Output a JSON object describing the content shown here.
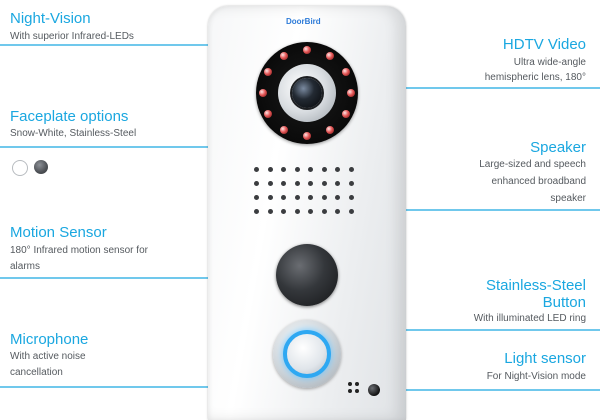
{
  "brand": "DoorBird",
  "callouts": {
    "night_vision": {
      "title": "Night-Vision",
      "desc": "With superior Infrared-LEDs"
    },
    "faceplate": {
      "title": "Faceplate options",
      "desc": "Snow-White, Stainless-Steel"
    },
    "motion_sensor": {
      "title": "Motion Sensor",
      "desc": "180° Infrared motion sensor for alarms"
    },
    "microphone": {
      "title": "Microphone",
      "desc": "With active noise cancellation"
    },
    "hdtv_video": {
      "title": "HDTV Video",
      "desc_line1": "Ultra wide-angle",
      "desc_line2": "hemispheric lens, 180°"
    },
    "speaker": {
      "title": "Speaker",
      "desc_line1": "Large-sized and speech",
      "desc_line2": "enhanced broadband",
      "desc_line3": "speaker"
    },
    "button": {
      "title_line1": "Stainless-Steel",
      "title_line2": "Button",
      "desc": "With illuminated LED ring"
    },
    "light_sensor": {
      "title": "Light sensor",
      "desc": "For Night-Vision mode"
    }
  },
  "colors": {
    "accent": "#1aa7e0",
    "text": "#555a5f",
    "led_ring": "#2ea8f2"
  },
  "faceplate_swatches": [
    "snow-white",
    "stainless-steel"
  ]
}
